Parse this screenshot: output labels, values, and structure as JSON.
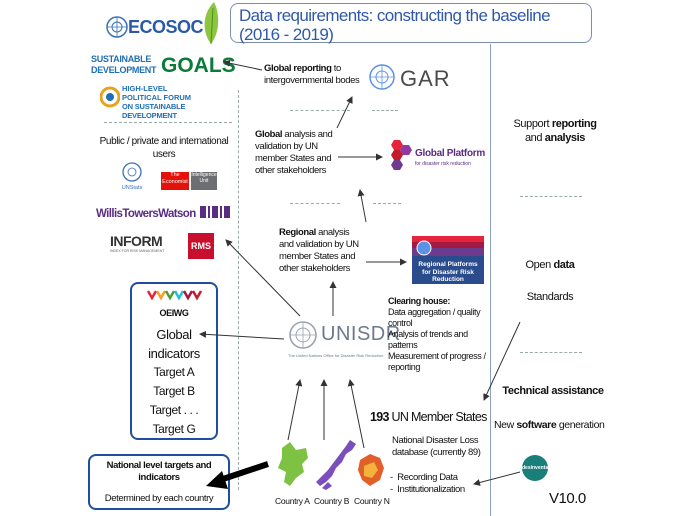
{
  "title": "Data requirements:  constructing the baseline (2016 - 2019)",
  "version": "V10.0",
  "logos": {
    "ecosoc": "ECOSOC",
    "sdg_line1": "SUSTAINABLE",
    "sdg_line2": "DEVELOPMENT",
    "sdg_goals": "GOALS",
    "hlpf_line1": "HIGH-LEVEL",
    "hlpf_line2": "POLITICAL FORUM",
    "hlpf_line3": "ON SUSTAINABLE DEVELOPMENT",
    "gar": "GAR",
    "global_platform_title": "Global Platform",
    "global_platform_sub": "for disaster risk reduction",
    "regional_platforms": "Regional Platforms for Disaster Risk Reduction",
    "unstats": "UNStats",
    "economist": "The Economist",
    "eiu": "Intelligence Unit",
    "willis": "WillisTowersWatson",
    "inform": "INFORM",
    "inform_sub": "INDEX FOR RISK MANAGEMENT",
    "rms": "RMS",
    "unisdr": "UNISDR",
    "unisdr_sub": "The United Nations Office for Disaster Risk Reduction",
    "desinventar": "desinventar"
  },
  "left": {
    "users_heading": "Public / private and international users"
  },
  "oewg": {
    "label": "OEIWG",
    "lines": [
      "Global",
      "indicators",
      "Target A",
      "Target B",
      "Target . . .",
      "Target G"
    ]
  },
  "national": {
    "heading": "National  level targets and indicators",
    "sub": "Determined by each country"
  },
  "center": {
    "global_reporting_bold": "Global reporting",
    "global_reporting_rest": " to intergovernmental bodes",
    "global_analysis_bold": "Global",
    "global_analysis_rest": " analysis and validation by UN member States and other stakeholders",
    "regional_analysis_bold": "Regional",
    "regional_analysis_rest": " analysis and validation  by UN member States and other stakeholders",
    "clearing_heading": "Clearing house:",
    "clearing_items": [
      "Data aggregation / quality control",
      "Analysis of trends and patterns",
      "Measurement of progress / reporting"
    ],
    "member_states_num": "193",
    "member_states_rest": " UN Member States",
    "national_db": "National Disaster Loss database (currently 89)",
    "db_items": [
      "Recording Data",
      "Institutionalization"
    ],
    "countries": [
      "Country A",
      "Country B",
      "Country N"
    ]
  },
  "right": {
    "support_plain": "Support ",
    "support_bold": "reporting",
    "support_and": " and ",
    "support_bold2": "analysis",
    "open_plain": "Open ",
    "open_bold": "data",
    "standards": "Standards",
    "technical": "Technical assistance",
    "new_plain1": "New ",
    "new_bold": "software",
    "new_plain2": " generation"
  },
  "colors": {
    "title": "#2f58a8",
    "box_border": "#1f4f9a",
    "un_blue": "#5b92e5",
    "arrow": "#333333"
  }
}
